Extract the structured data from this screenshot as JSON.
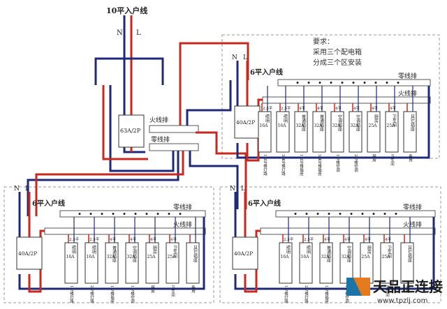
{
  "top": {
    "title": "10平入户线",
    "n": "N",
    "l": "L",
    "main_breaker": "63A/2P",
    "live_bus": "火线排",
    "neutral_bus": "零线排"
  },
  "requirements": [
    "要求：",
    "采用三个配电箱",
    "分成三个区安装"
  ],
  "boxes": [
    {
      "incoming": "6平入户线",
      "n": "N",
      "l": "L",
      "neutral_bus": "零线排",
      "live_bus": "火线排",
      "main_breaker": "40A/2P",
      "breakers": [
        {
          "wire": "2.5平",
          "amp": "16A",
          "kind": "照明",
          "use": "1.2号楼灯路"
        },
        {
          "wire": "2.5平",
          "amp": "16A",
          "kind": "照明",
          "use": "3.4号楼灯路"
        },
        {
          "wire": "4平",
          "amp": "32A",
          "kind": "普通插座",
          "use": "1.2号楼插座"
        },
        {
          "wire": "4平",
          "amp": "32A",
          "kind": "普通插座",
          "use": "3.4号楼插座"
        },
        {
          "wire": "4平",
          "amp": "32A",
          "kind": "空调插座",
          "use": "1号楼空调"
        },
        {
          "wire": "4平",
          "amp": "32A",
          "kind": "空调插座",
          "use": "2号楼空调"
        },
        {
          "wire": "4平",
          "amp": "25A",
          "kind": "厨房",
          "use": "厨房"
        },
        {
          "wire": "4平",
          "amp": "25A",
          "kind": "卫生间",
          "use": "卫生间"
        },
        {
          "wire": "",
          "amp": "",
          "kind": "其它插座",
          "use": "备用"
        }
      ]
    },
    {
      "incoming": "6平入户线",
      "n": "N",
      "l": "L",
      "neutral_bus": "零线排",
      "live_bus": "火线排",
      "main_breaker": "40A/2P",
      "breakers": [
        {
          "wire": "2.5平",
          "amp": "16A",
          "kind": "照明",
          "use": "1号楼灯路"
        },
        {
          "wire": "2.5平",
          "amp": "16A",
          "kind": "照明",
          "use": "2号楼灯路"
        },
        {
          "wire": "4平",
          "amp": "32A",
          "kind": "普通插座",
          "use": "1号楼插座"
        },
        {
          "wire": "4平",
          "amp": "32A",
          "kind": "空调插座",
          "use": "1号楼空调"
        },
        {
          "wire": "4平",
          "amp": "25A",
          "kind": "厨房",
          "use": "厨房"
        },
        {
          "wire": "4平",
          "amp": "25A",
          "kind": "卫生间",
          "use": "卫生间"
        },
        {
          "wire": "",
          "amp": "",
          "kind": "其它插座",
          "use": "备用"
        }
      ]
    },
    {
      "incoming": "6平入户线",
      "n": "N",
      "l": "L",
      "neutral_bus": "零线排",
      "live_bus": "火线排",
      "main_breaker": "40A/2P",
      "breakers": [
        {
          "wire": "2.5平",
          "amp": "16A",
          "kind": "照明",
          "use": "1号楼灯路"
        },
        {
          "wire": "2.5平",
          "amp": "16A",
          "kind": "照明",
          "use": "2号楼灯路"
        },
        {
          "wire": "4平",
          "amp": "32A",
          "kind": "普通插座",
          "use": "1号楼插座"
        },
        {
          "wire": "4平",
          "amp": "32A",
          "kind": "空调插座",
          "use": "1号楼空调"
        },
        {
          "wire": "4平",
          "amp": "25A",
          "kind": "厨房",
          "use": "厨房"
        },
        {
          "wire": "4平",
          "amp": "25A",
          "kind": "卫生间",
          "use": "卫生间"
        },
        {
          "wire": "",
          "amp": "",
          "kind": "其它插座",
          "use": "备用"
        }
      ]
    }
  ],
  "watermark": {
    "brand": "天品正连接",
    "url": "www.tpzlj.com"
  },
  "colors": {
    "neutral_wire": "#1e2a78",
    "live_wire": "#c8281e",
    "panel_border": "#9a9a9a",
    "breaker_border": "#333333",
    "note_red": "#c8281e"
  }
}
